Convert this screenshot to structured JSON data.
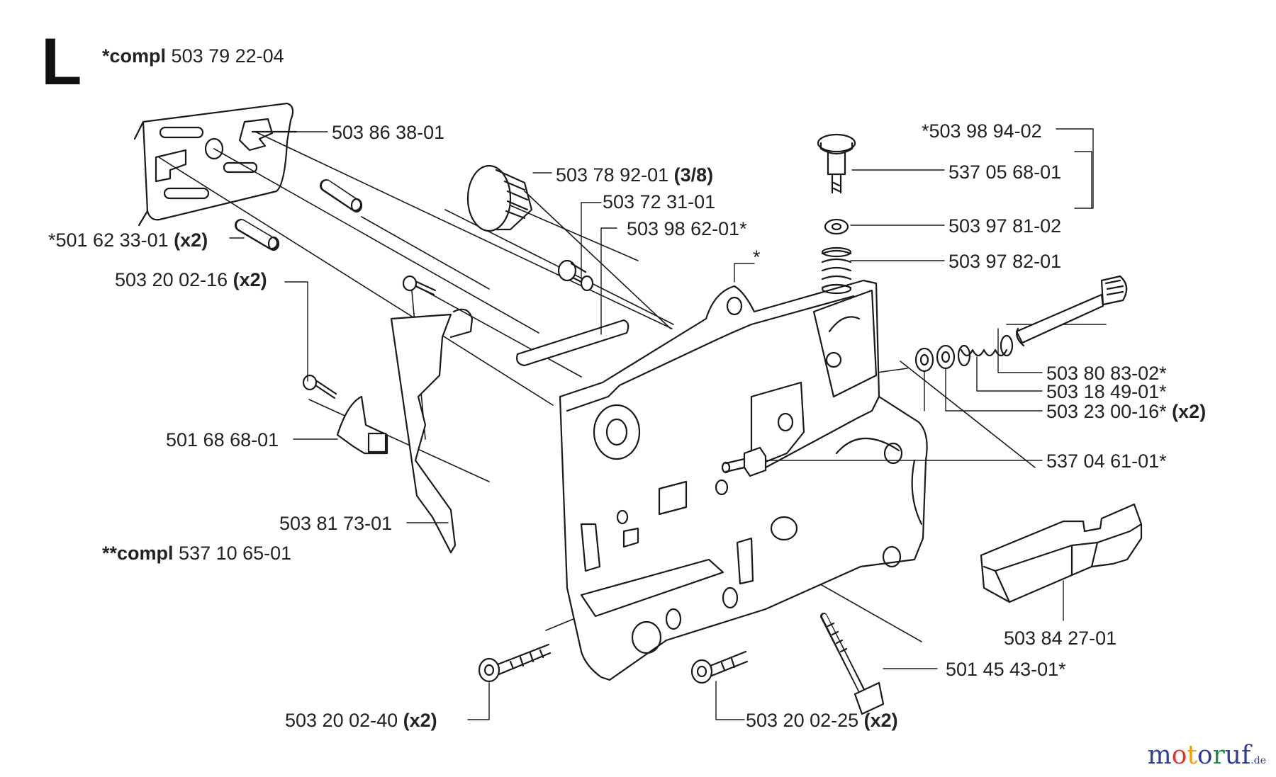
{
  "section_letter": "L",
  "watermark": {
    "parts": [
      "m",
      "o",
      "t",
      "o",
      "r",
      "u",
      "f"
    ],
    "suffix": ".de"
  },
  "labels": {
    "compl_main": {
      "prefix": "*compl",
      "number": "503 79 22-04",
      "suffix": ""
    },
    "compl_second": {
      "prefix": "**compl",
      "number": "537 10 65-01",
      "suffix": ""
    },
    "p1": {
      "number": "503 86 38-01",
      "suffix": ""
    },
    "p2": {
      "number": "503 78 92-01",
      "suffix": "(3/8)"
    },
    "p3": {
      "number": "503 72 31-01",
      "suffix": ""
    },
    "p4": {
      "number": "503 98 62-01*",
      "suffix": ""
    },
    "p5": {
      "number": "*501 62 33-01",
      "suffix": "(x2)"
    },
    "p6": {
      "number": "503 20 02-16",
      "suffix": "(x2)"
    },
    "p7": {
      "number": "*",
      "suffix": ""
    },
    "p8": {
      "number": "*503 98 94-02",
      "suffix": ""
    },
    "p9": {
      "number": "537 05 68-01",
      "suffix": ""
    },
    "p10": {
      "number": "503 97 81-02",
      "suffix": ""
    },
    "p11": {
      "number": "503 97 82-01",
      "suffix": ""
    },
    "p12": {
      "number": "503 80 83-02*",
      "suffix": ""
    },
    "p13": {
      "number": "503 18 49-01*",
      "suffix": ""
    },
    "p14": {
      "number": "503 23 00-16*",
      "suffix": "(x2)"
    },
    "p15": {
      "number": "537 04 61-01*",
      "suffix": ""
    },
    "p16": {
      "number": "501 68 68-01",
      "suffix": ""
    },
    "p17": {
      "number": "503 81 73-01",
      "suffix": ""
    },
    "p18": {
      "number": "503 84 27-01",
      "suffix": ""
    },
    "p19": {
      "number": "501 45 43-01*",
      "suffix": ""
    },
    "p20": {
      "number": "503 20 02-40",
      "suffix": "(x2)"
    },
    "p21": {
      "number": "503 20 02-25",
      "suffix": "(x2)"
    }
  }
}
